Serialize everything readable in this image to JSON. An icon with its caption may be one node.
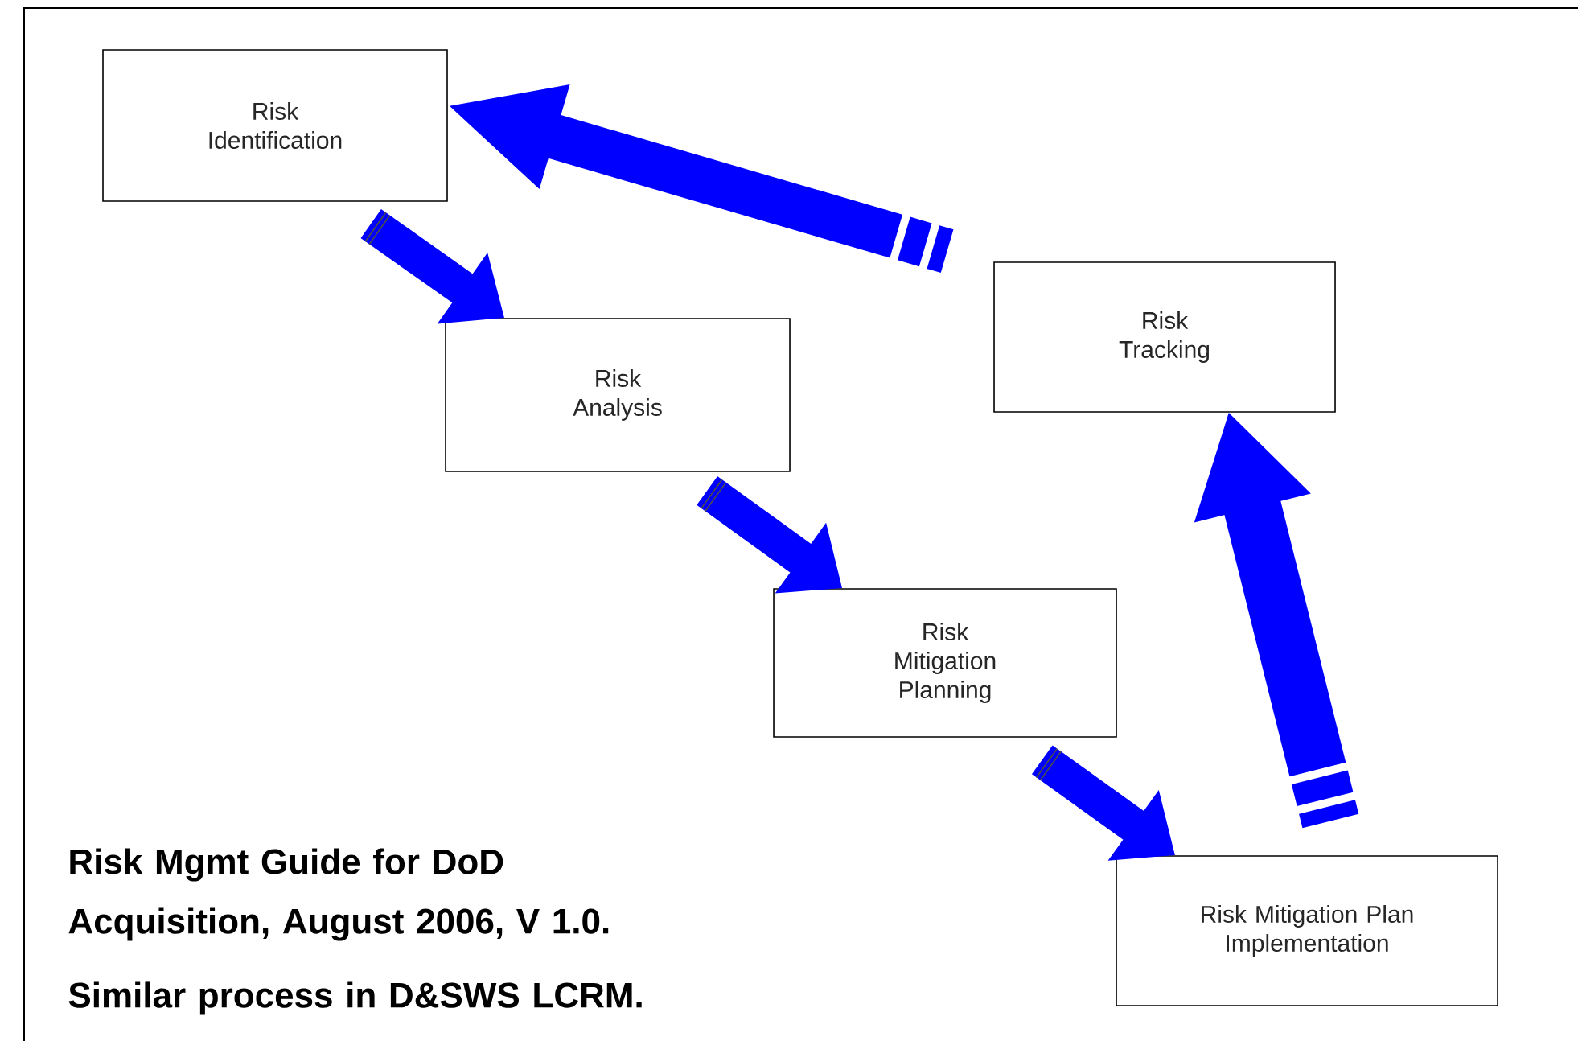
{
  "diagram": {
    "nodes": [
      {
        "text": [
          "Risk Identification"
        ]
      },
      {
        "text": [
          "Risk Analysis"
        ]
      },
      {
        "text": [
          "Risk Tracking"
        ]
      },
      {
        "text": [
          "Risk Mitigation Planning"
        ]
      },
      {
        "text": [
          "Risk Mitigation Plan Implementation"
        ]
      }
    ],
    "edges": [
      {
        "from": 0,
        "to": 1,
        "arrow": "to"
      },
      {
        "from": 1,
        "to": 3,
        "arrow": "to"
      },
      {
        "from": 3,
        "to": 4,
        "arrow": "to"
      },
      {
        "from": 4,
        "to": 2,
        "arrow": "to"
      },
      {
        "from": 2,
        "to": 0,
        "arrow": "to"
      }
    ],
    "labels": [
      "Risk Mgmt Guide for DoD Acquisition, August 2006, V 1.0.",
      "Similar process in D&SWS LCRM."
    ]
  }
}
